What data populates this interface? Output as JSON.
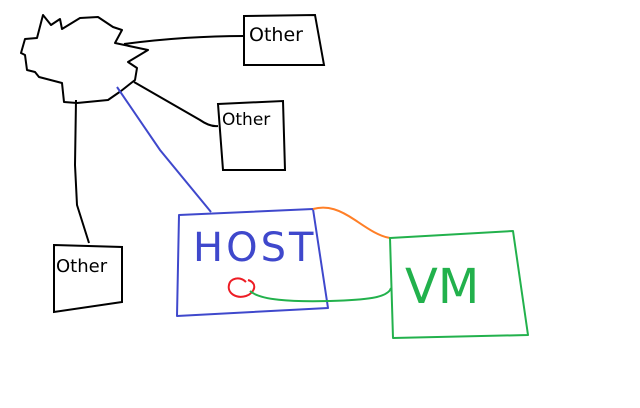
{
  "diagram": {
    "nodes": {
      "cloud": {
        "label": "",
        "shape": "cloud",
        "color": "#000000"
      },
      "other_top": {
        "label": "Other",
        "color": "#000000"
      },
      "other_middle": {
        "label": "Other",
        "color": "#000000"
      },
      "other_left": {
        "label": "Other",
        "color": "#000000"
      },
      "host": {
        "label": "HOST",
        "color": "#3f48cc"
      },
      "vm": {
        "label": "VM",
        "color": "#22b14c"
      },
      "host_port": {
        "label": "",
        "shape": "circle",
        "color": "#ed1c24"
      }
    },
    "edges": [
      {
        "from": "cloud",
        "to": "other_top",
        "color": "#000000"
      },
      {
        "from": "cloud",
        "to": "other_middle",
        "color": "#000000"
      },
      {
        "from": "cloud",
        "to": "other_left",
        "color": "#000000"
      },
      {
        "from": "cloud",
        "to": "host",
        "color": "#3f48cc"
      },
      {
        "from": "host",
        "to": "vm",
        "color": "#ff7f27"
      },
      {
        "from": "host_port",
        "to": "vm",
        "color": "#22b14c"
      }
    ]
  }
}
